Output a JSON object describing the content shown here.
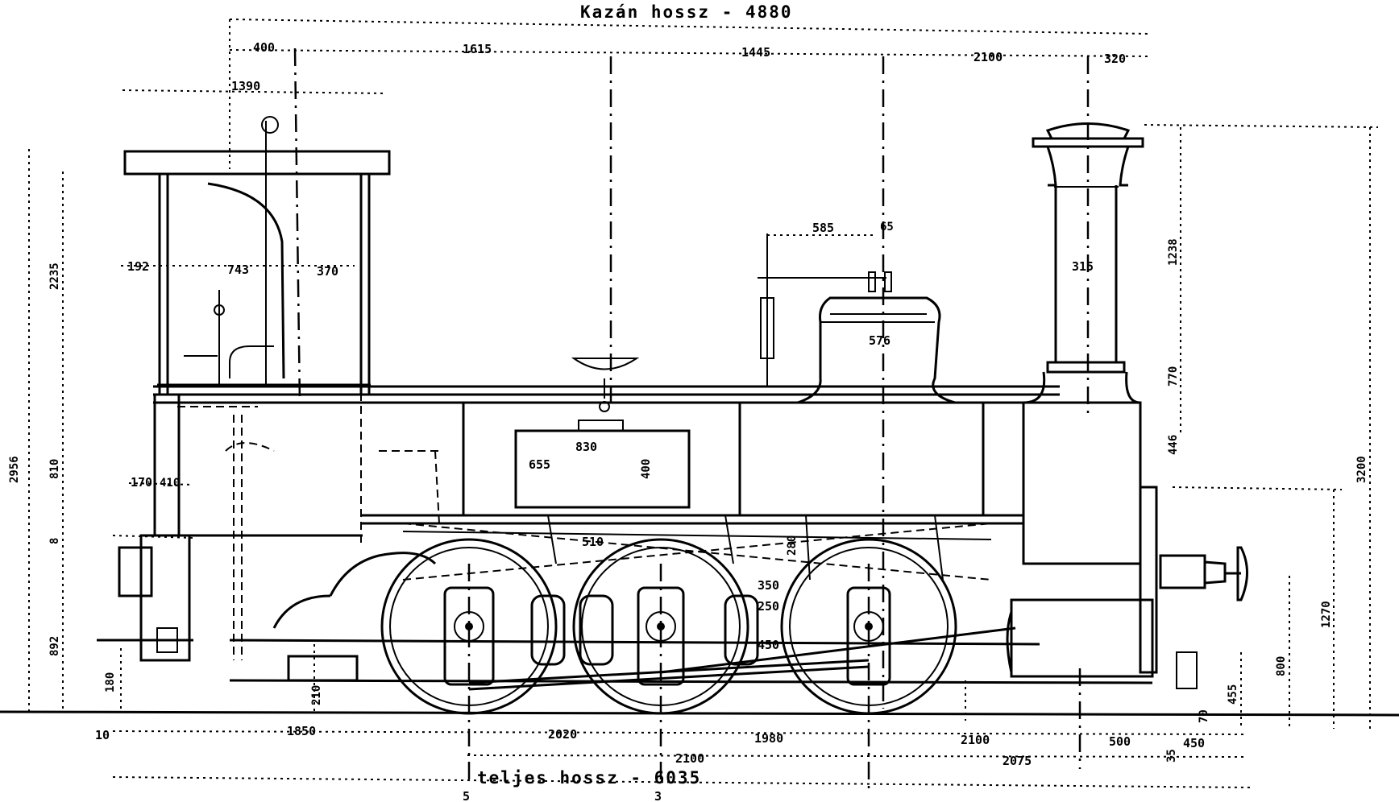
{
  "titles": {
    "boiler_length": "Kazán hossz  -  4880",
    "total_length": "teljes hossz  -  6035"
  },
  "top_dims": {
    "d400": "400",
    "d1615": "1615",
    "d1445": "1445",
    "d2100": "2100",
    "d320": "320",
    "d1390": "1390",
    "d585": "585",
    "d65": "65"
  },
  "cab_dims": {
    "d192": "192",
    "d743": "743",
    "d370": "370",
    "d170": "170",
    "d410": "410",
    "d210": "210",
    "d180": "180"
  },
  "left_dims": {
    "d2956": "2956",
    "d2235": "2235",
    "d810": "810",
    "d8": "8",
    "d892": "892"
  },
  "right_dims": {
    "d1238": "1238",
    "d3200": "3200",
    "d770": "770",
    "d446": "446",
    "d1270": "1270",
    "d800": "800",
    "d455": "455",
    "d70": "70"
  },
  "body_dims": {
    "d315": "315",
    "d576": "576",
    "d830": "830",
    "d655": "655",
    "d400b": "400",
    "d510": "510",
    "d280": "280",
    "d350": "350",
    "d250": "250",
    "d450": "450"
  },
  "bottom_dims": {
    "d10": "10",
    "d1850": "1850",
    "d2020": "2020",
    "d1980": "1980",
    "d2100b": "2100",
    "d500": "500",
    "d450b": "450",
    "d2100c": "2100",
    "d2075": "2075",
    "d35": "35"
  },
  "section_marks": {
    "m5": "5",
    "m3": "3"
  }
}
